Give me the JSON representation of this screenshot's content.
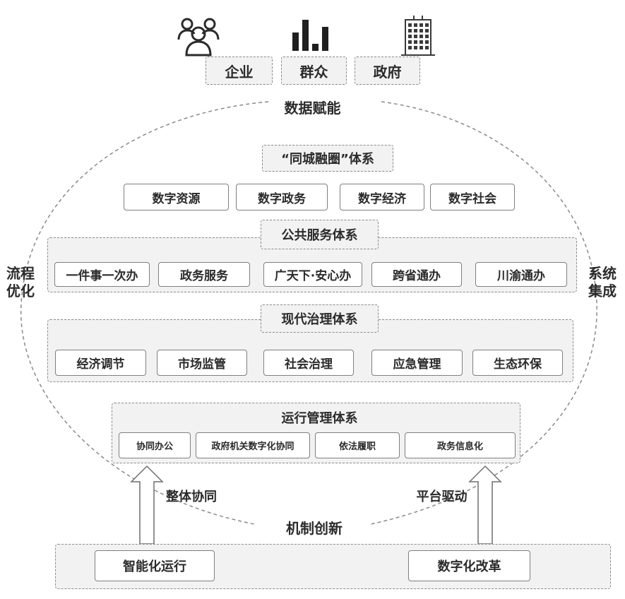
{
  "top": {
    "stakeholders": [
      "企业",
      "群众",
      "政府"
    ],
    "caption": "数据赋能",
    "icons": [
      "people-icon",
      "bar-chart-icon",
      "building-icon"
    ]
  },
  "side": {
    "left": [
      "流程",
      "优化"
    ],
    "right": [
      "系统",
      "集成"
    ]
  },
  "tongcheng": {
    "title": "“同城融圈”体系",
    "items": [
      "数字资源",
      "数字政务",
      "数字经济",
      "数字社会"
    ]
  },
  "public_service": {
    "title": "公共服务体系",
    "items": [
      "一件事一次办",
      "政务服务",
      "广天下·安心办",
      "跨省通办",
      "川渝通办"
    ]
  },
  "governance": {
    "title": "现代治理体系",
    "items": [
      "经济调节",
      "市场监管",
      "社会治理",
      "应急管理",
      "生态环保"
    ]
  },
  "operation": {
    "title": "运行管理体系",
    "items": [
      "协同办公",
      "政府机关数字化协同",
      "依法履职",
      "政务信息化"
    ]
  },
  "bottom": {
    "left_arrow_label": "整体协同",
    "right_arrow_label": "平台驱动",
    "caption": "机制创新",
    "left_box": "智能化运行",
    "right_box": "数字化改革"
  }
}
